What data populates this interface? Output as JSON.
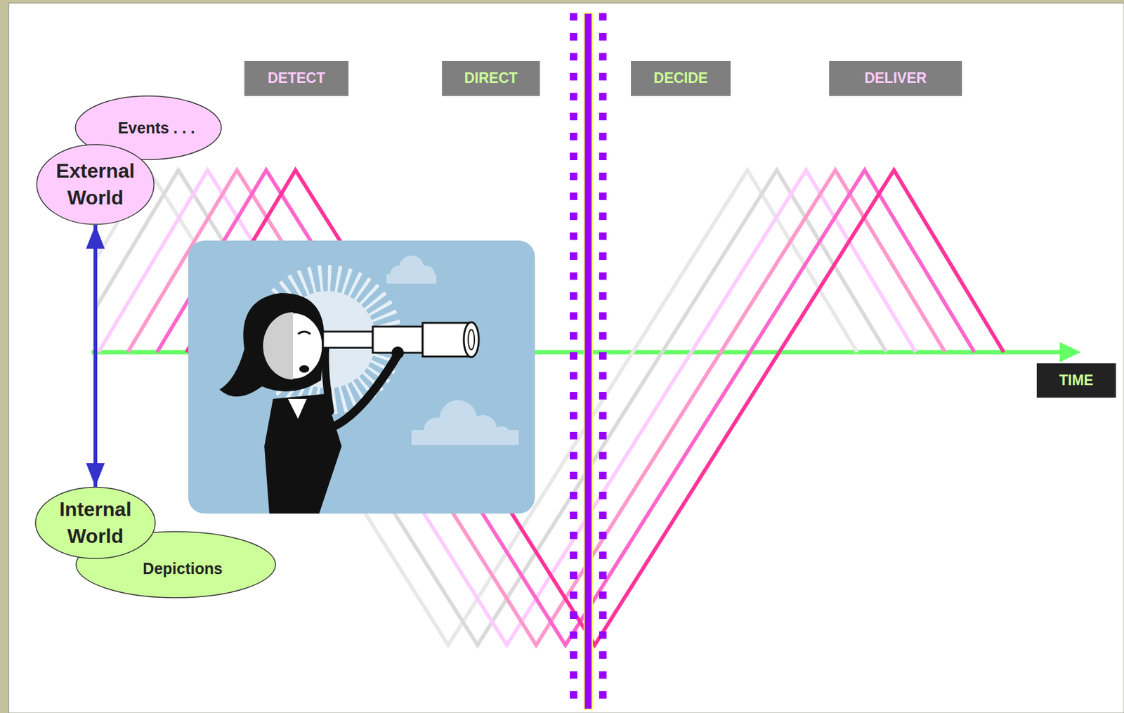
{
  "diagram": {
    "nodes": [
      {
        "text": [
          "DETECT"
        ]
      },
      {
        "text": [
          "DIRECT"
        ]
      },
      {
        "text": [
          "DECIDE"
        ]
      },
      {
        "text": [
          "DELIVER"
        ]
      },
      {
        "text": [
          "Events . . ."
        ]
      },
      {
        "text": [
          "External World"
        ]
      },
      {
        "text": [
          "TIME"
        ]
      },
      {
        "text": [
          "Internal World"
        ]
      },
      {
        "text": [
          "Depictions"
        ]
      }
    ],
    "edges": [
      {
        "from": 5,
        "to": 7,
        "arrow": "both"
      }
    ]
  }
}
